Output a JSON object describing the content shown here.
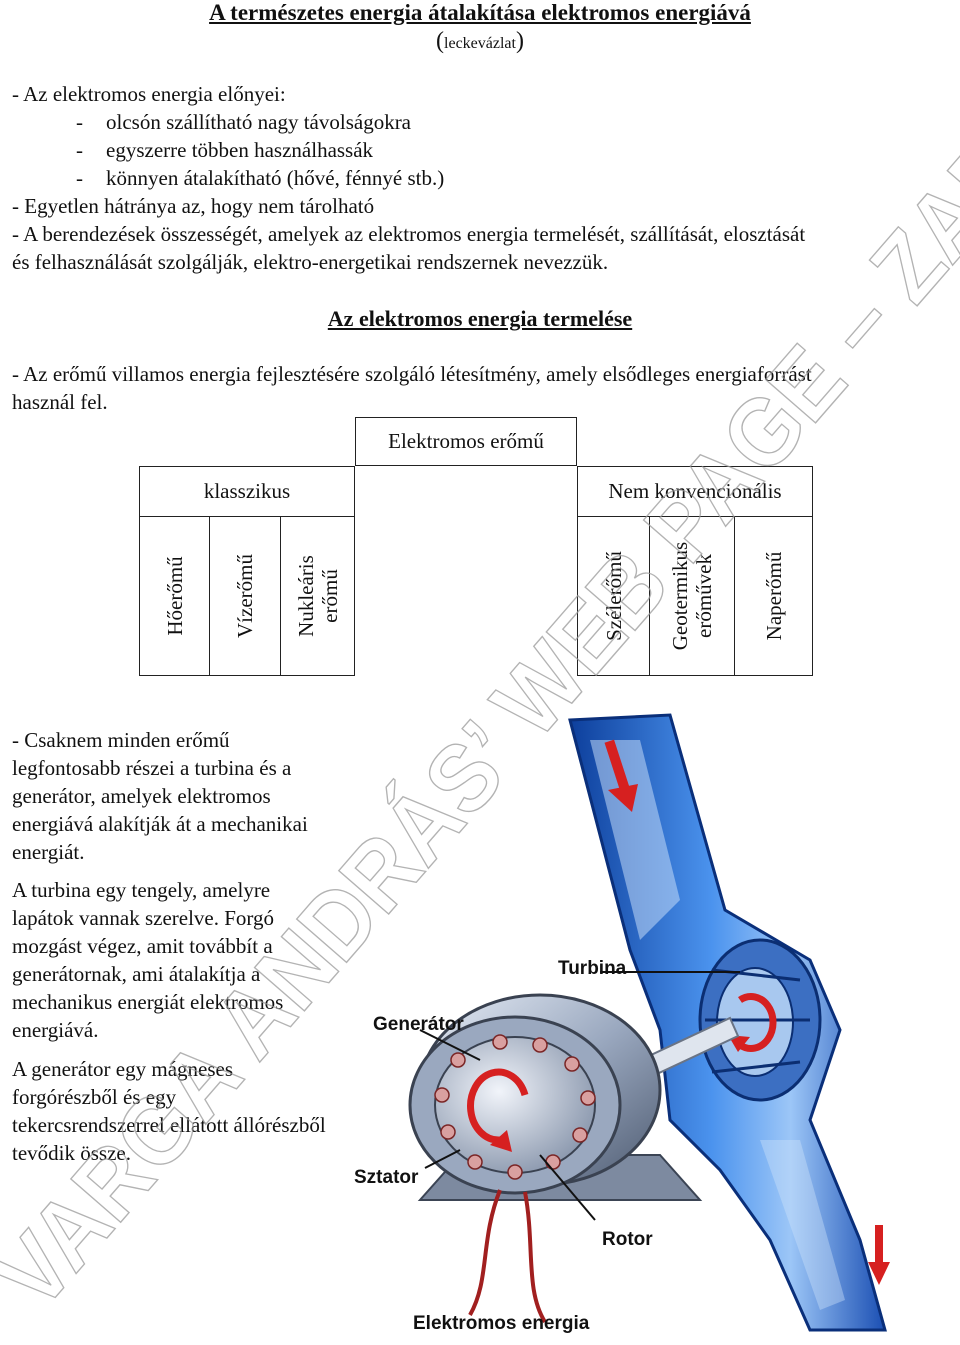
{
  "header": {
    "title": "A természetes energia átalakítása elektromos energiává",
    "subtitle_open": "(",
    "subtitle_word": "leckevázlat",
    "subtitle_close": ")"
  },
  "intro": {
    "advantages_heading": "- Az elektromos energia előnyei:",
    "advantages": [
      "olcsón szállítható nagy távolságokra",
      "egyszerre többen használhassák",
      "könnyen átalakítható (hővé, fénnyé stb.)"
    ],
    "bullet_dash": "-",
    "disadvantage": "- Egyetlen hátránya az, hogy nem tárolható",
    "definition_line1": "- A berendezések összességét, amelyek az elektromos energia termelését, szállítását, elosztását",
    "definition_line2": "és felhasználását szolgálják, elektro-energetikai rendszernek nevezzük."
  },
  "production": {
    "heading": "Az elektromos energia termelése",
    "line1": "- Az erőmű villamos energia fejlesztésére szolgáló létesítmény, amely elsődleges energiaforrást",
    "line2": "használ fel."
  },
  "diagram": {
    "root": "Elektromos erőmű",
    "classic": "klasszikus",
    "nonconventional": "Nem konvencionális",
    "classic_items": [
      "Hőerőmű",
      "Vízerőmű",
      "Nukleáris erőmű"
    ],
    "nonconv_items": [
      "Szélerőmű",
      "Geotermikus erőművek",
      "Naperőmű"
    ]
  },
  "turbine_text": {
    "p1": "- Csaknem minden erőmű legfontosabb részei a turbina és a generátor, amelyek elektromos energiává alakítják át a mechanikai energiát.",
    "p2": "A turbina egy tengely, amelyre lapátok vannak szerelve. Forgó mozgást végez, amit továbbít a generátornak, ami átalakítja a mechanikus energiát elektromos energiává.",
    "p3": "A generátor egy mágneses forgórészből és egy tekercsrendszerrel ellátott állórészből tevődik össze."
  },
  "illustration": {
    "turbina": "Turbina",
    "generator": "Generátor",
    "sztator": "Sztator",
    "rotor": "Rotor",
    "elektromos": "Elektromos energia",
    "colors": {
      "water": "#2a6fd6",
      "metal": "#b9c4d6",
      "arrow": "#d62020",
      "wire": "#a11f1f"
    }
  },
  "watermark": {
    "text": "VARGA ANDRÁS’ WEB PAGE – ZABALA"
  }
}
